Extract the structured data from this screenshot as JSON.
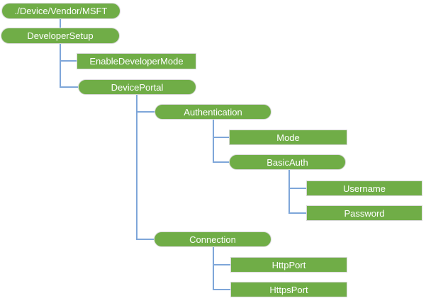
{
  "diagram": {
    "type": "tree",
    "colors": {
      "node-fill": "#70AD47",
      "node-text": "#FFFFFF",
      "node-border": "#D9D9D9",
      "connector": "#7EA6D9"
    },
    "legend": {
      "pill_shape_meaning": "branch node (rounded)",
      "rect_shape_meaning": "leaf node (rectangular)"
    },
    "nodes": [
      {
        "id": "root",
        "label": "./Device/Vendor/MSFT",
        "shape": "pill",
        "parent": null
      },
      {
        "id": "developersetup",
        "label": "DeveloperSetup",
        "shape": "pill",
        "parent": "root"
      },
      {
        "id": "enabledevelopermode",
        "label": "EnableDeveloperMode",
        "shape": "rect",
        "parent": "developersetup"
      },
      {
        "id": "deviceportal",
        "label": "DevicePortal",
        "shape": "pill",
        "parent": "developersetup"
      },
      {
        "id": "authentication",
        "label": "Authentication",
        "shape": "pill",
        "parent": "deviceportal"
      },
      {
        "id": "mode",
        "label": "Mode",
        "shape": "rect",
        "parent": "authentication"
      },
      {
        "id": "basicauth",
        "label": "BasicAuth",
        "shape": "pill",
        "parent": "authentication"
      },
      {
        "id": "username",
        "label": "Username",
        "shape": "rect",
        "parent": "basicauth"
      },
      {
        "id": "password",
        "label": "Password",
        "shape": "rect",
        "parent": "basicauth"
      },
      {
        "id": "connection",
        "label": "Connection",
        "shape": "pill",
        "parent": "deviceportal"
      },
      {
        "id": "httpport",
        "label": "HttpPort",
        "shape": "rect",
        "parent": "connection"
      },
      {
        "id": "httpsport",
        "label": "HttpsPort",
        "shape": "rect",
        "parent": "connection"
      }
    ]
  }
}
